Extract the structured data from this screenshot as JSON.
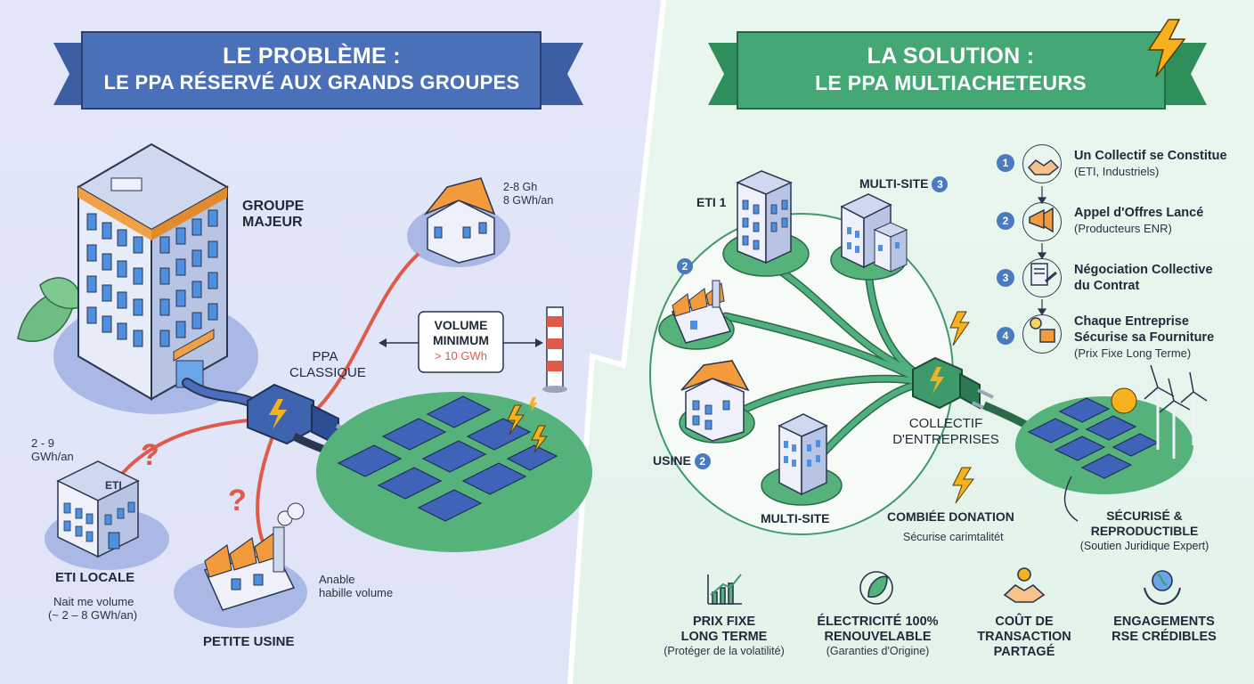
{
  "left_panel": {
    "banner": {
      "line1": "LE PROBLÈME :",
      "line2": "LE PPA RÉSERVÉ AUX GRANDS GROUPES"
    },
    "groupe_majeur": {
      "line1": "GROUPE",
      "line2": "MAJEUR"
    },
    "top_house": {
      "line1": "2-8 Gh",
      "line2": "8 GWh/an"
    },
    "ppa": {
      "line1": "PPA",
      "line2": "CLASSIQUE"
    },
    "volume": {
      "line1": "VOLUME",
      "line2": "MINIMUM",
      "threshold": "> 10 GWh"
    },
    "eti_locale": {
      "vol1": "2 - 9",
      "vol2": "GWh/an",
      "sign": "ETI",
      "title": "ETI LOCALE",
      "desc1": "Nait me volume",
      "desc2": "(~ 2 – 8 GWh/an)"
    },
    "petite_usine": {
      "desc1": "Anable",
      "desc2": "habille volume",
      "title": "PETITE USINE"
    },
    "question": "?"
  },
  "right_panel": {
    "banner": {
      "line1": "LA SOLUTION :",
      "line2": "LE PPA MULTIACHETEURS"
    },
    "nodes": {
      "eti1": "ETI 1",
      "multisite_top": "MULTI-SITE",
      "multisite_top_num": "3",
      "badge2": "2",
      "usine": "USINE",
      "usine_num": "2",
      "multisite_bottom": "MULTI-SITE"
    },
    "hub": {
      "line1": "COLLECTIF",
      "line2": "D'ENTREPRISES"
    },
    "combination": {
      "title": "COMBIÉE DONATION",
      "sub": "Sécurise carimtalitét"
    },
    "secured": {
      "line1": "SÉCURISÉ &",
      "line2": "REPRODUCTIBLE",
      "sub": "(Soutien Juridique Expert)"
    },
    "steps": [
      {
        "num": "1",
        "icon": "handshake-icon",
        "title": "Un Collectif se Constitue",
        "sub": "(ETI, Industriels)"
      },
      {
        "num": "2",
        "icon": "megaphone-icon",
        "title": "Appel d'Offres Lancé",
        "sub": "(Producteurs ENR)"
      },
      {
        "num": "3",
        "icon": "contract-gavel-icon",
        "title": "Négociation Collective",
        "title2": "du Contrat"
      },
      {
        "num": "4",
        "icon": "lightbulb-factory-icon",
        "title": "Chaque Entreprise",
        "title2": "Sécurise sa Fourniture",
        "sub": "(Prix Fixe Long Terme)"
      }
    ],
    "benefits": [
      {
        "icon": "chart-up-icon",
        "line1": "PRIX FIXE",
        "line2": "LONG TERME",
        "sub": "(Protéger de la volatilité)"
      },
      {
        "icon": "leaf-globe-icon",
        "line1": "ÉLECTRICITÉ 100%",
        "line2": "RENOUVELABLE",
        "sub": "(Garanties d'Origine)"
      },
      {
        "icon": "handshake-coin-icon",
        "line1": "COÛT DE",
        "line2": "TRANSACTION",
        "line3": "PARTAGÉ"
      },
      {
        "icon": "hands-globe-icon",
        "line1": "ENGAGEMENTS",
        "line2": "RSE CRÉDIBLES"
      }
    ]
  },
  "colors": {
    "left_bg": "#e4e8f8",
    "right_bg": "#e6f5ec",
    "banner_left": "#4a6fb8",
    "banner_right": "#3fa66e",
    "solar_field": "#55b27a",
    "wire_red": "#e05a4a",
    "wire_green": "#3e9a6a"
  }
}
